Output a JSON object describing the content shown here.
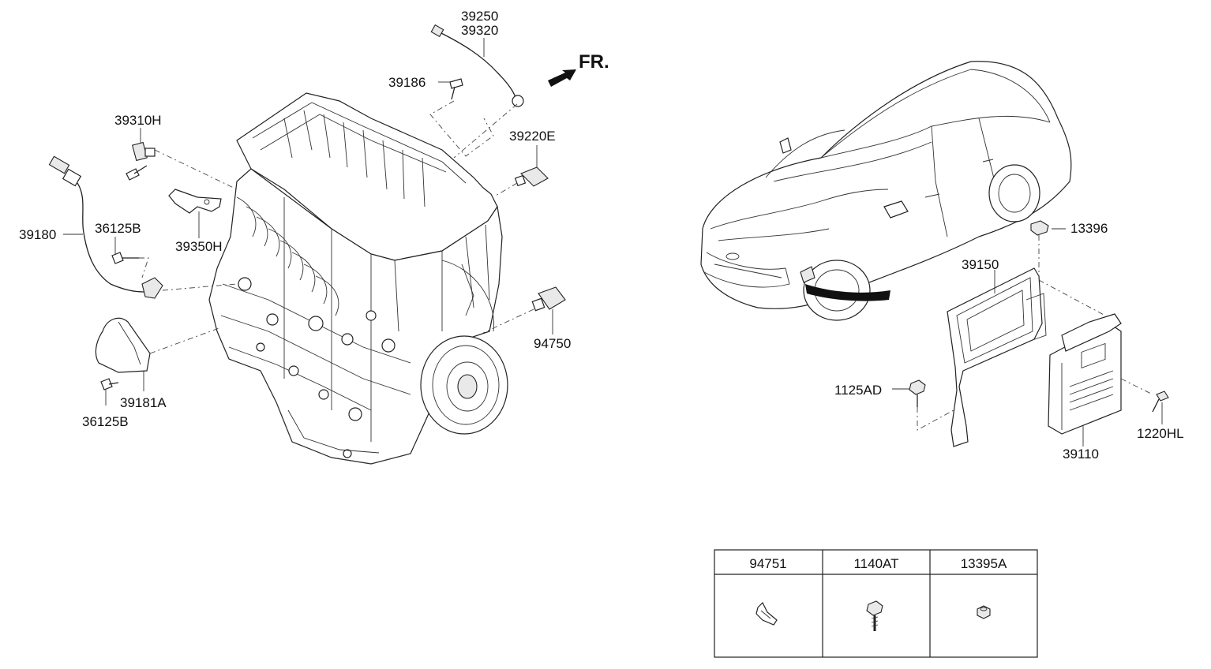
{
  "direction_label": "FR.",
  "callouts": {
    "p39250": "39250",
    "p39320": "39320",
    "p39186": "39186",
    "p39310H": "39310H",
    "p39220E": "39220E",
    "p39180": "39180",
    "p36125B_top": "36125B",
    "p39350H": "39350H",
    "p94750": "94750",
    "p39181A": "39181A",
    "p36125B_bottom": "36125B",
    "p13396": "13396",
    "p39150": "39150",
    "p1125AD": "1125AD",
    "p1220HL": "1220HL",
    "p39110": "39110"
  },
  "parts_table": {
    "columns": [
      "94751",
      "1140AT",
      "13395A"
    ]
  }
}
